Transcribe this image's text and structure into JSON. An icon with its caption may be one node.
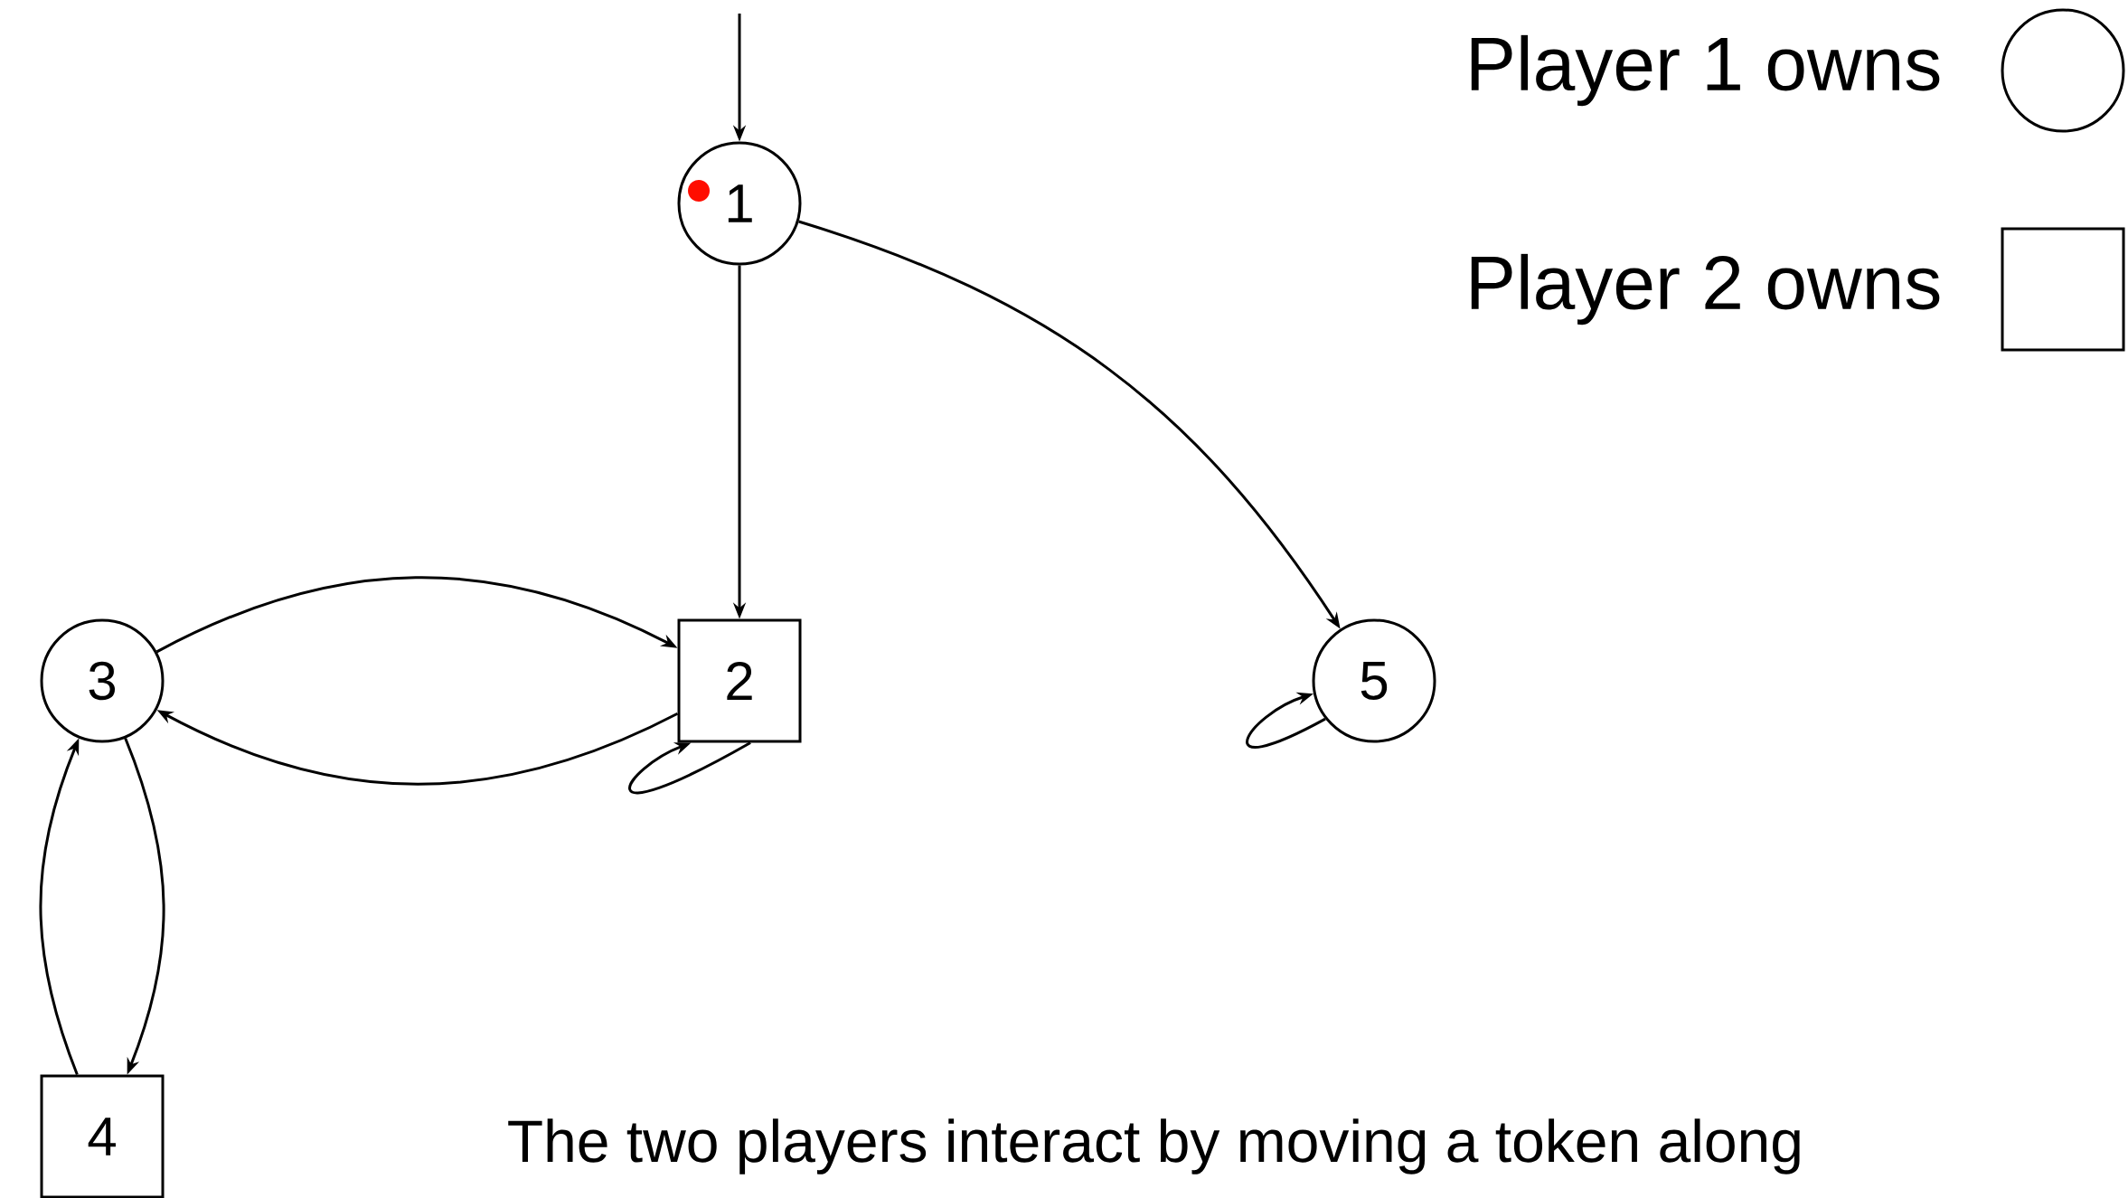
{
  "diagram": {
    "caption": "The two players interact by moving a token along",
    "nodes": [
      {
        "text": [
          "1"
        ]
      },
      {
        "text": [
          "2"
        ]
      },
      {
        "text": [
          "3"
        ]
      },
      {
        "text": [
          "4"
        ]
      },
      {
        "text": [
          "5"
        ]
      }
    ],
    "edges": [
      {
        "from": null,
        "to": 0,
        "arrow": "to"
      },
      {
        "from": 0,
        "to": 1,
        "arrow": "to"
      },
      {
        "from": 0,
        "to": 4,
        "arrow": "to"
      },
      {
        "from": 2,
        "to": 1,
        "arrow": "to"
      },
      {
        "from": 1,
        "to": 2,
        "arrow": "to"
      },
      {
        "from": 1,
        "to": 1,
        "arrow": "to"
      },
      {
        "from": 2,
        "to": 3,
        "arrow": "to"
      },
      {
        "from": 3,
        "to": 2,
        "arrow": "to"
      },
      {
        "from": 4,
        "to": 4,
        "arrow": "to"
      }
    ],
    "legend": [
      {
        "text": "Player 1 owns"
      },
      {
        "text": "Player 2 owns"
      }
    ]
  }
}
